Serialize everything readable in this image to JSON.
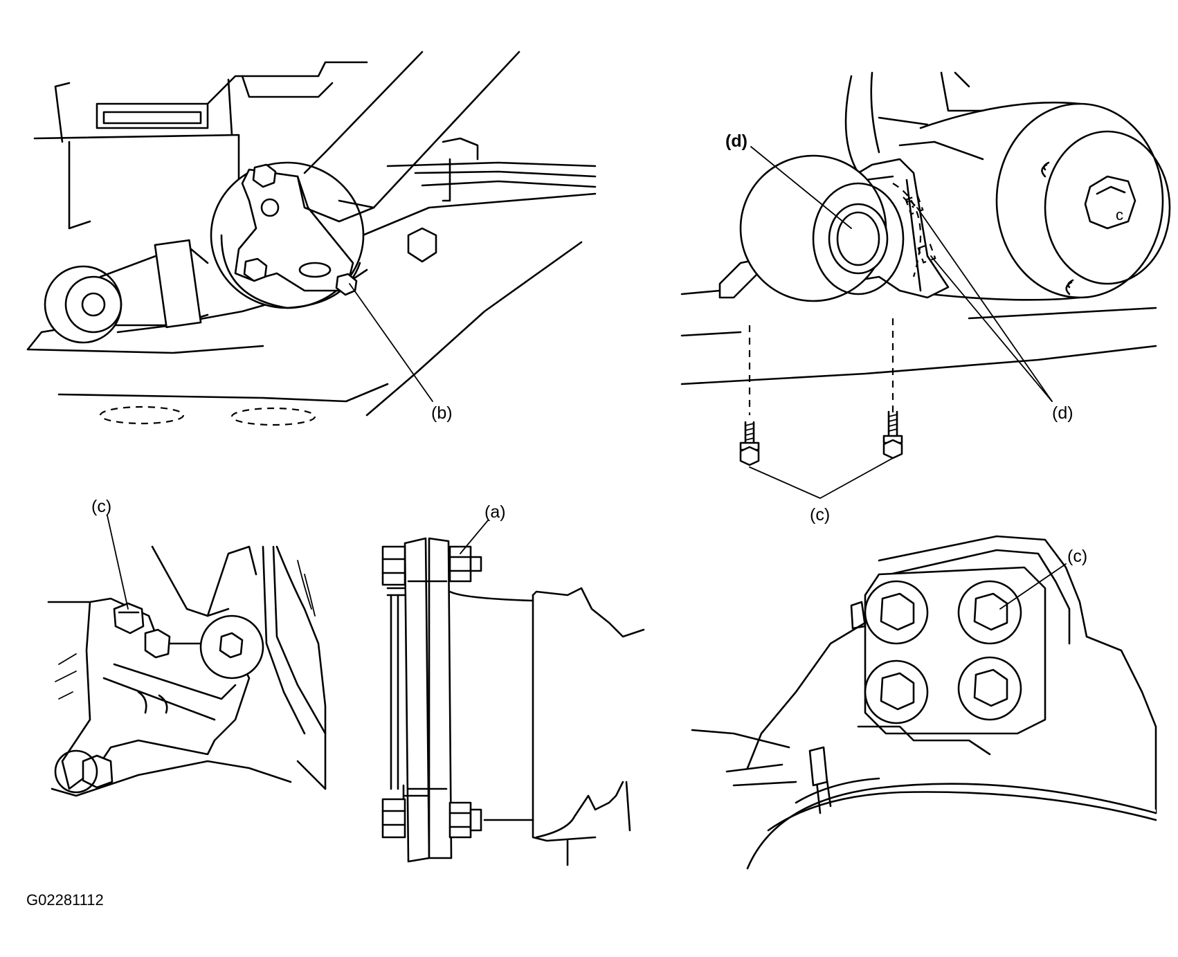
{
  "labels": {
    "tl_b": "(b)",
    "tr_d_top": "(d)",
    "tr_d_right": "(d)",
    "tr_c": "(c)",
    "bl_c": "(c)",
    "bc_a": "(a)",
    "br_c": "(c)"
  },
  "figure_code": "G02281112"
}
